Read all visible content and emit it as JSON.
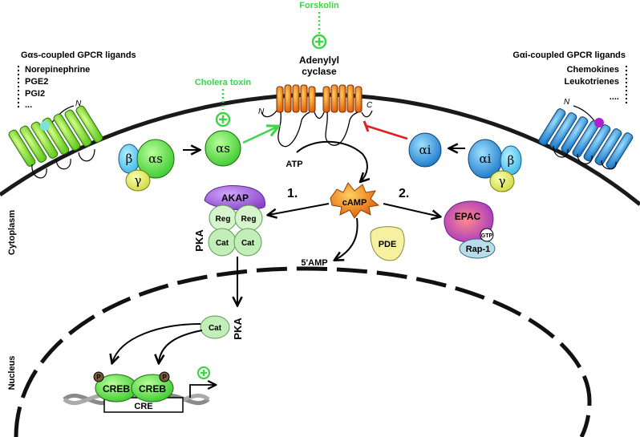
{
  "drugs": {
    "forskolin": "Forskolin",
    "cholera_toxin": "Cholera toxin",
    "plus_symbol": "+"
  },
  "ligands_left": {
    "title": "Gαs-coupled GPCR ligands",
    "items": [
      "Norepinephrine",
      "PGE2",
      "PGI2",
      "..."
    ]
  },
  "ligands_right": {
    "title": "Gαi-coupled GPCR ligands",
    "items": [
      "Chemokines",
      "Leukotrienes",
      "...."
    ]
  },
  "receptor_terminal": "N",
  "adenylyl_cyclase": {
    "label_line1": "Adenylyl",
    "label_line2": "cyclase",
    "n_term": "N",
    "c_term": "C"
  },
  "g_protein_left": {
    "beta": "β",
    "alpha": "αs",
    "gamma": "γ"
  },
  "alpha_s_free": "αs",
  "alpha_i_free": "αi",
  "g_protein_right": {
    "alpha": "αi",
    "beta": "β",
    "gamma": "γ"
  },
  "metabolites": {
    "atp": "ATP",
    "camp": "cAMP",
    "amp": "5'AMP",
    "pde": "PDE"
  },
  "pathway_numbers": {
    "one": "1.",
    "two": "2."
  },
  "pka": {
    "akap": "AKAP",
    "reg": "Reg",
    "cat": "Cat",
    "label": "PKA"
  },
  "epac": {
    "label": "EPAC",
    "gtp": "GTP",
    "rap1": "Rap-1"
  },
  "compartments": {
    "cytoplasm": "Cytoplasm",
    "nucleus": "Nucleus"
  },
  "nucleus": {
    "cat": "Cat",
    "pka": "PKA",
    "creb": "CREB",
    "cre": "CRE",
    "phospho": "P"
  },
  "colors": {
    "green_accent": "#3fd44a",
    "inhibit_red": "#e02020",
    "gs_receptor": "#8fe04a",
    "gi_receptor": "#3a9fe0",
    "cyclase": "#f07a10",
    "camp": "#f4a020",
    "akap": "#9a5ad0",
    "pka_sub": "#c8f0c0",
    "epac": "#b040c0",
    "pde": "#f6f0a0"
  }
}
